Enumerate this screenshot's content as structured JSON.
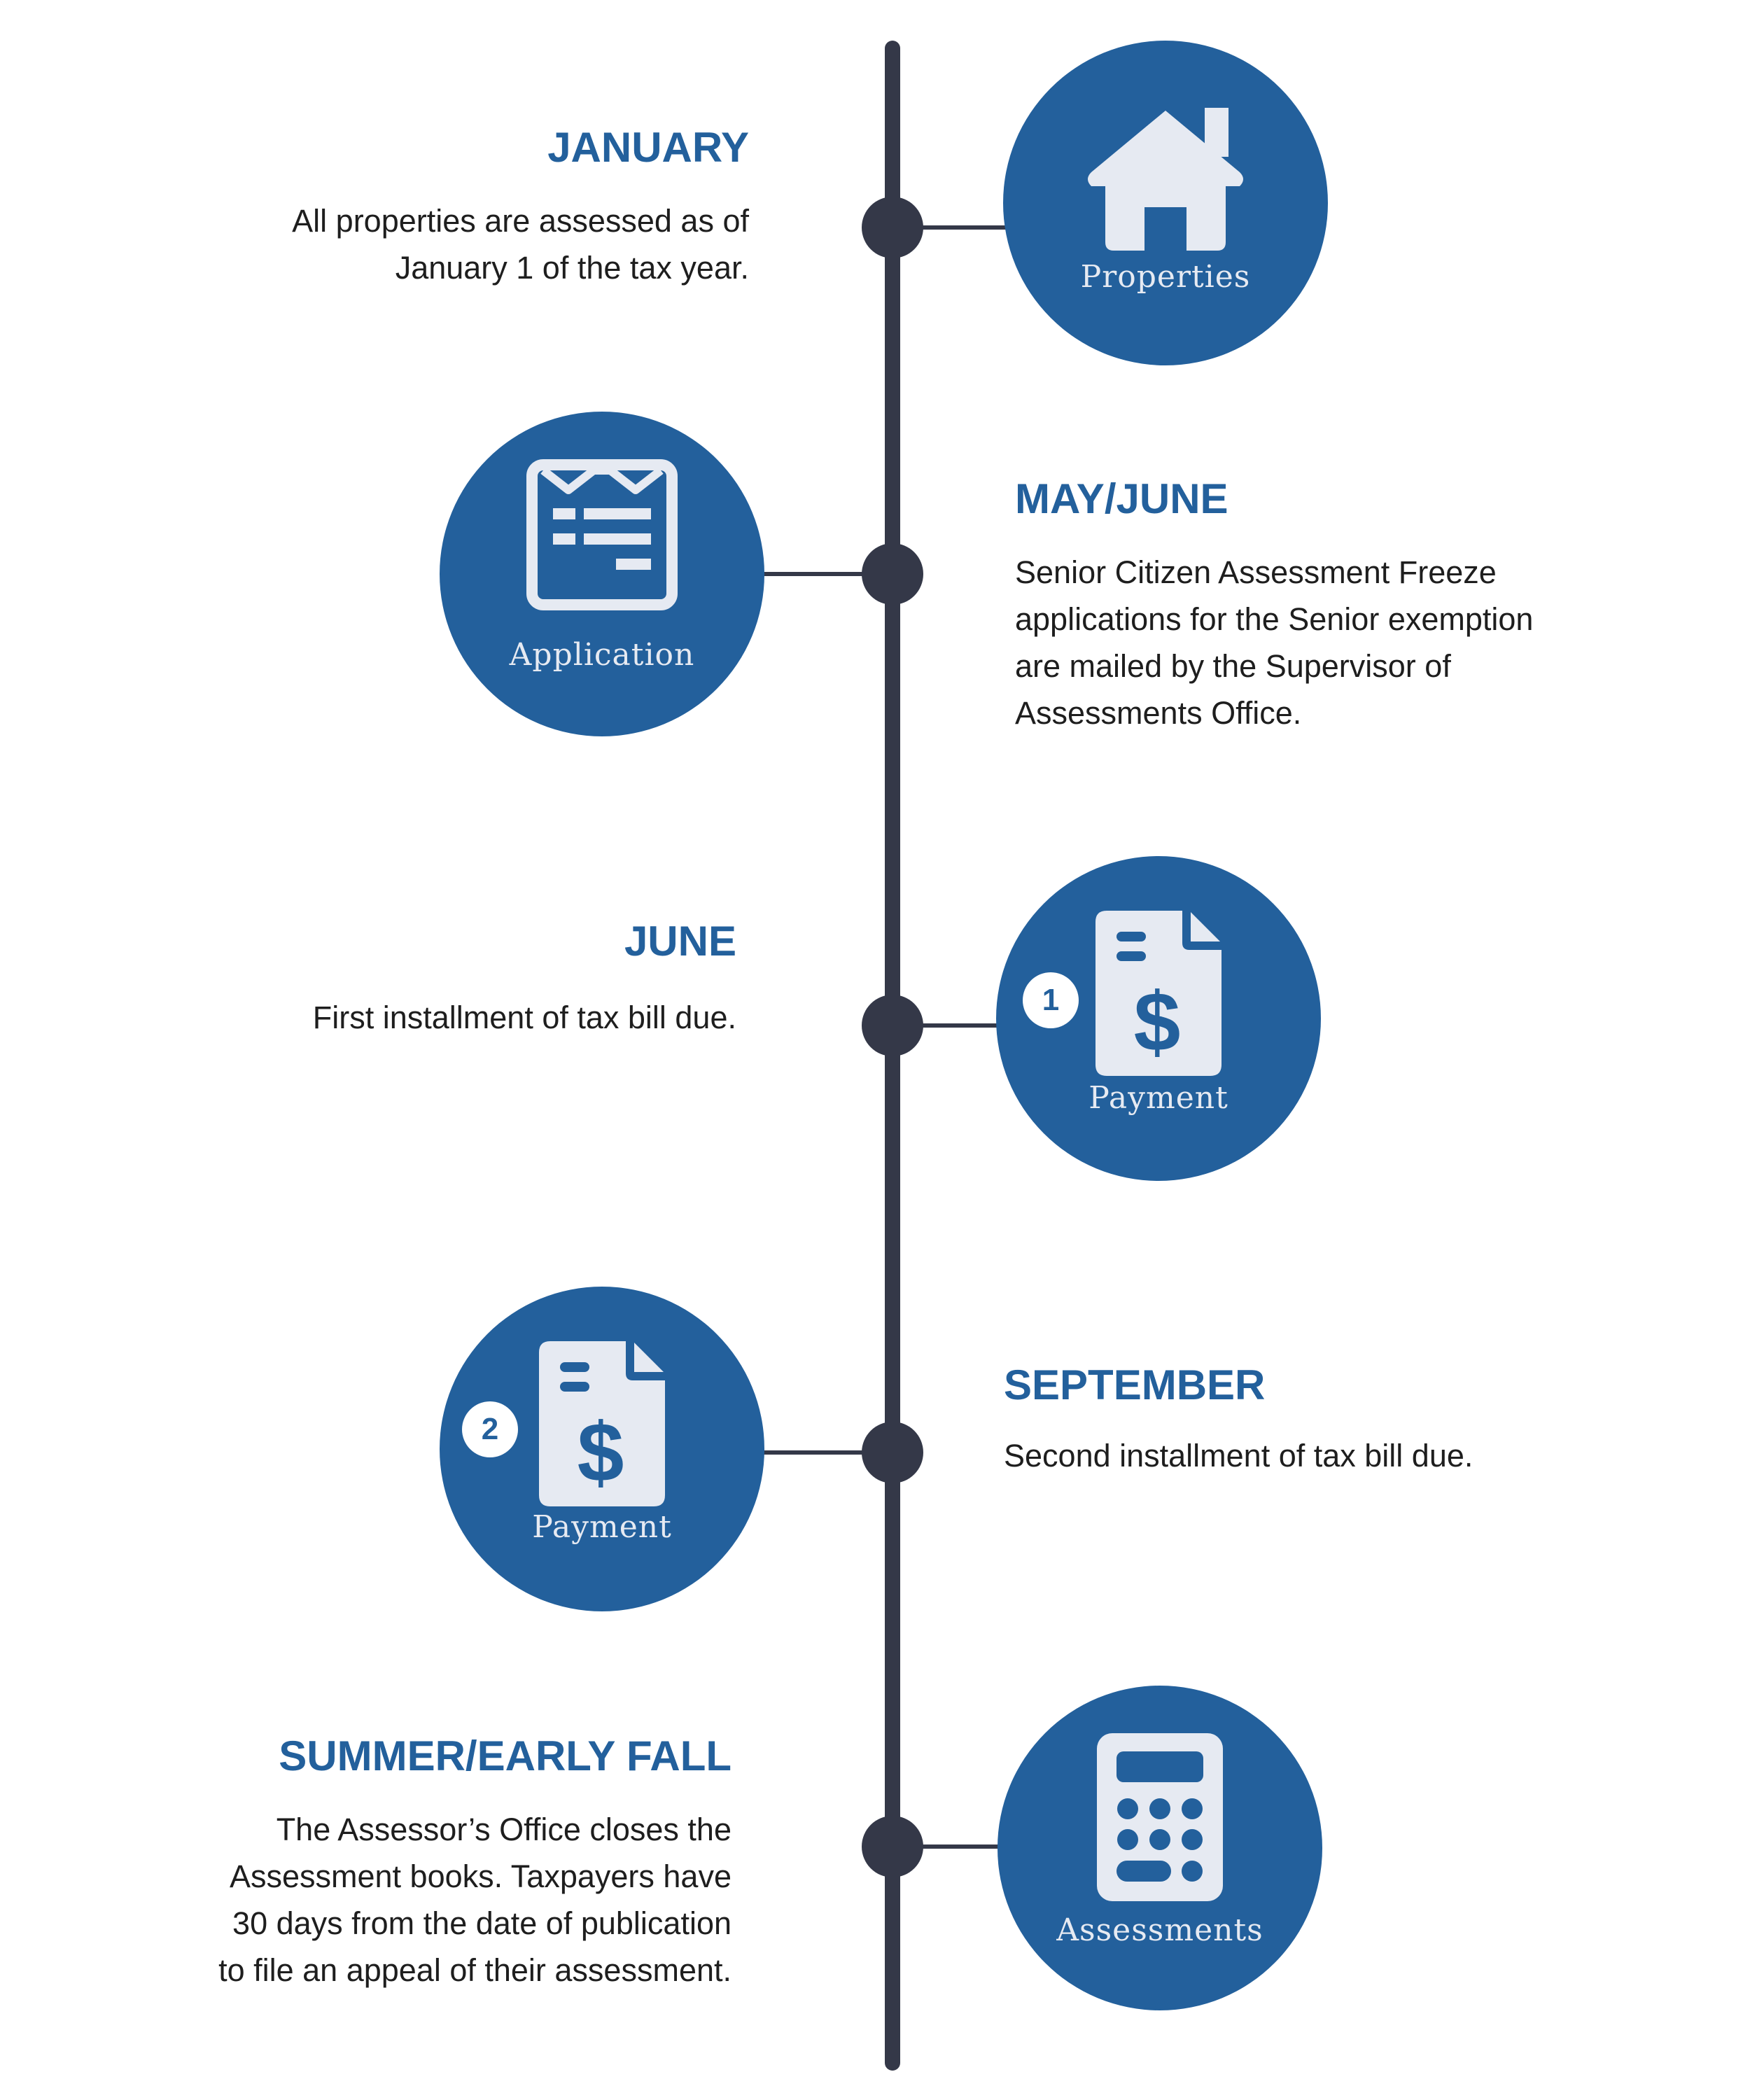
{
  "events": [
    {
      "heading": "JANUARY",
      "lines": [
        "All properties are assessed as of",
        "January 1 of the tax year."
      ],
      "icon_name": "house-icon",
      "icon_label": "Properties"
    },
    {
      "heading": "MAY/JUNE",
      "lines": [
        "Senior Citizen Assessment Freeze",
        "applications for the Senior exemption",
        "are mailed by the Supervisor of",
        "Assessments Office."
      ],
      "icon_name": "application-form-icon",
      "icon_label": "Application"
    },
    {
      "heading": "JUNE",
      "lines": [
        "First installment of tax bill due."
      ],
      "icon_name": "tax-bill-icon",
      "icon_label": "Payment",
      "badge": "1"
    },
    {
      "heading": "SEPTEMBER",
      "lines": [
        "Second installment of tax bill due."
      ],
      "icon_name": "tax-bill-icon",
      "icon_label": "Payment",
      "badge": "2"
    },
    {
      "heading": "SUMMER/EARLY FALL",
      "lines": [
        "The Assessor’s Office closes the",
        "Assessment books. Taxpayers have",
        "30 days from the date of publication",
        "to file an appeal of their assessment."
      ],
      "icon_name": "calculator-icon",
      "icon_label": "Assessments"
    }
  ],
  "colors": {
    "accent": "#23609c",
    "spine": "#343848",
    "icon_fill": "#e6eaf2",
    "text": "#1e1e1e"
  }
}
